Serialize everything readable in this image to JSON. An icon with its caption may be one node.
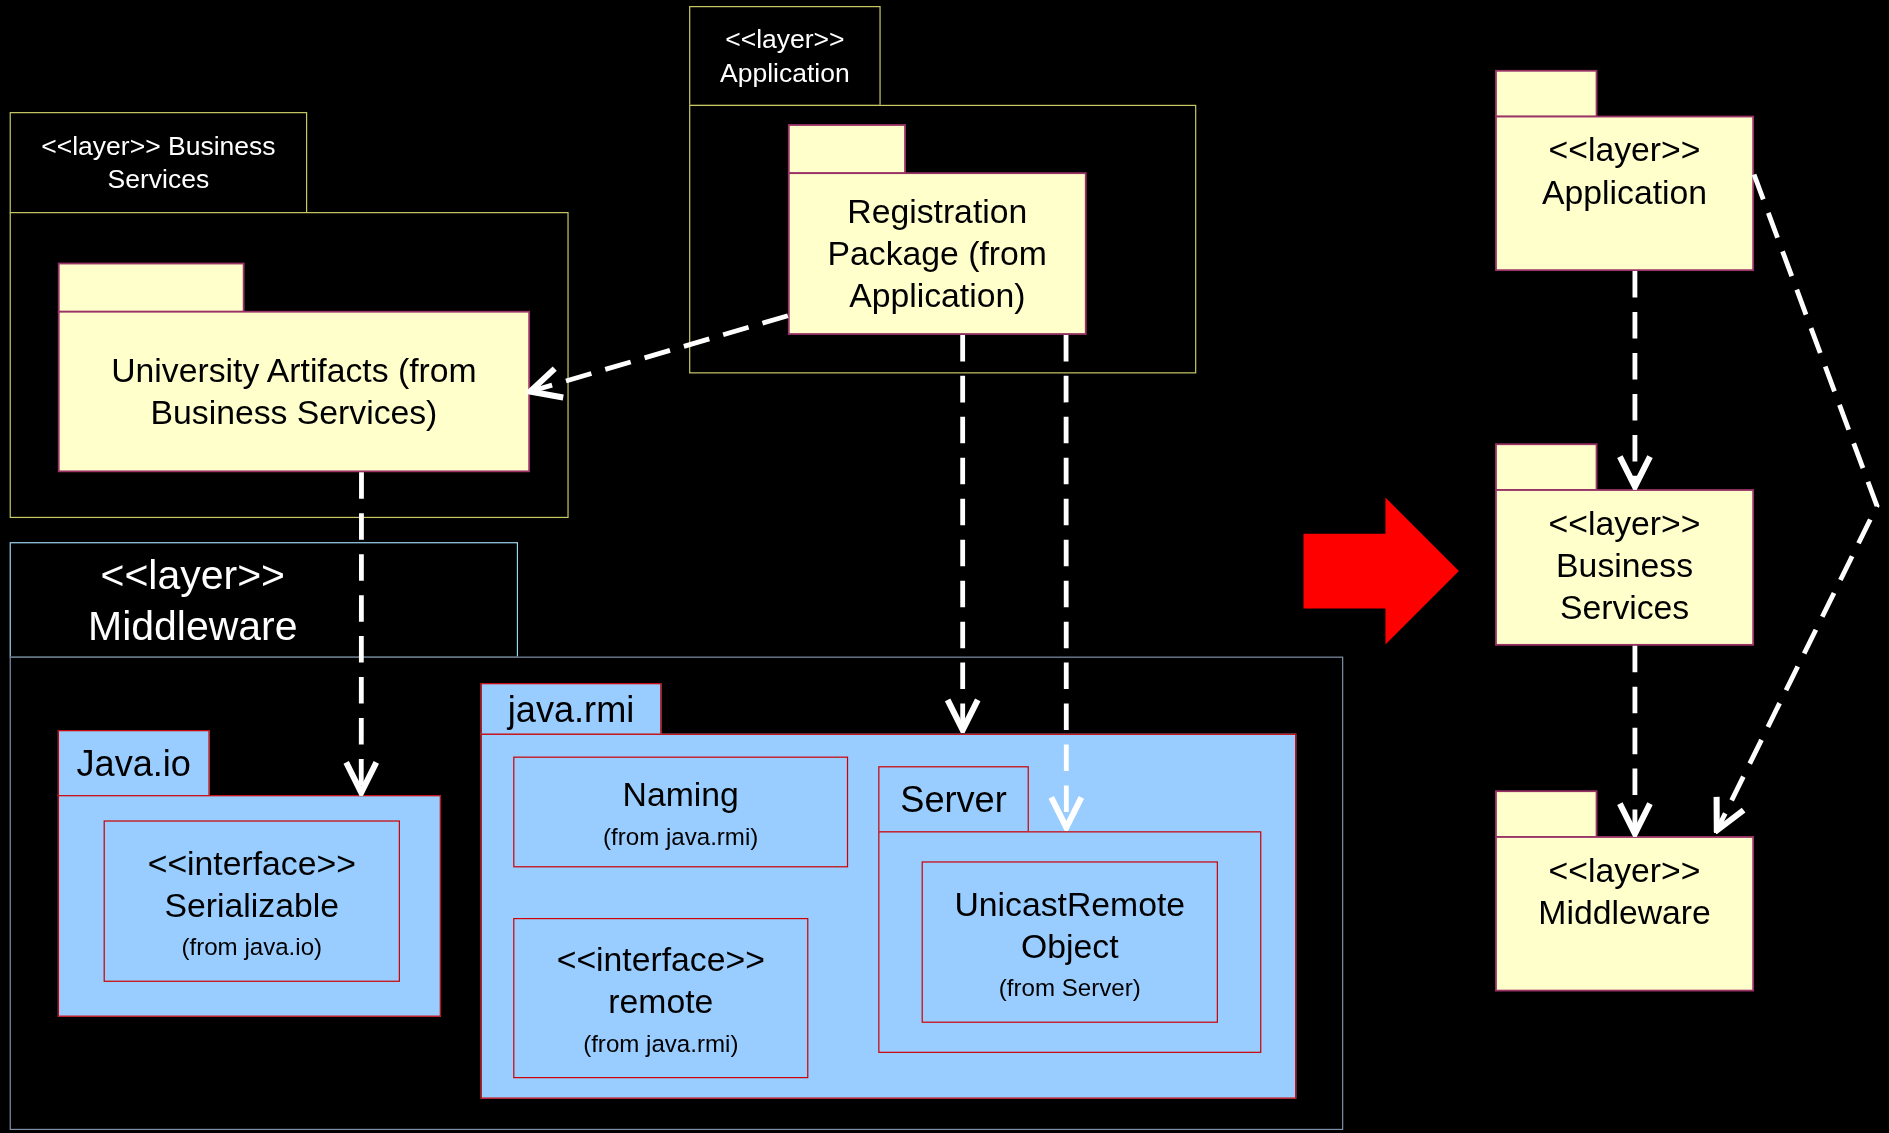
{
  "diagram": {
    "nodes": [
      {
        "text": [
          "<<layer>> Business Services"
        ]
      },
      {
        "text": [
          "University Artifacts (from Business Services)"
        ],
        "in": 0
      },
      {
        "text": [
          "<<layer>> Application"
        ]
      },
      {
        "text": [
          "Registration Package (from Application)"
        ],
        "in": 2
      },
      {
        "text": [
          "<<layer>> Middleware"
        ]
      },
      {
        "text": [
          "Java.io"
        ],
        "in": 4
      },
      {
        "text": [
          "<<interface>> Serializable",
          "(from java.io)"
        ],
        "in": 5
      },
      {
        "text": [
          "java.rmi"
        ],
        "in": 4
      },
      {
        "text": [
          "Naming",
          "(from java.rmi)"
        ],
        "in": 7
      },
      {
        "text": [
          "<<interface>> remote",
          "(from java.rmi)"
        ],
        "in": 7
      },
      {
        "text": [
          "Server"
        ],
        "in": 7
      },
      {
        "text": [
          "UnicastRemote Object",
          "(from Server)"
        ],
        "in": 10
      },
      {
        "text": [
          "<<layer>> Application"
        ]
      },
      {
        "text": [
          "<<layer>> Business Services"
        ]
      },
      {
        "text": [
          "<<layer>> Middleware"
        ]
      }
    ],
    "edges": [
      {
        "from": 3,
        "to": 1,
        "arrow": "to",
        "style": "dashed"
      },
      {
        "from": 1,
        "to": 5,
        "arrow": "to",
        "style": "dashed"
      },
      {
        "from": 3,
        "to": 7,
        "arrow": "to",
        "style": "dashed"
      },
      {
        "from": 3,
        "to": 10,
        "arrow": "to",
        "style": "dashed"
      },
      {
        "from": 12,
        "to": 13,
        "arrow": "to",
        "style": "dashed"
      },
      {
        "from": 13,
        "to": 14,
        "arrow": "to",
        "style": "dashed"
      },
      {
        "from": 12,
        "to": 14,
        "arrow": "to",
        "style": "dashed"
      }
    ]
  }
}
